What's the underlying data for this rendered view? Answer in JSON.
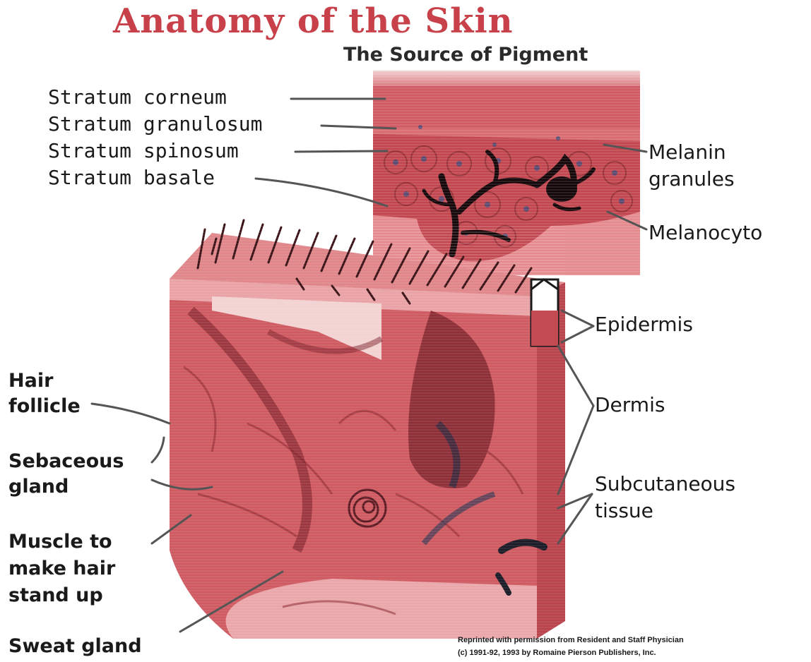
{
  "title": "Anatomy of the Skin",
  "subtitle": "The Source of Pigment",
  "labels": {
    "stratum_corneum": "Stratum corneum",
    "stratum_granulosum": "Stratum granulosum",
    "stratum_spinosum": "Stratum spinosum",
    "stratum_basale": "Stratum basale",
    "melanin_line1": "Melanin",
    "melanin_line2": "granules",
    "melanocyte": "Melanocyto",
    "epidermis": "Epidermis",
    "dermis": "Dermis",
    "subcutaneous_line1": "Subcutaneous",
    "subcutaneous_line2": "tissue",
    "hair_line1": "Hair",
    "hair_line2": "follicle",
    "sebaceous_line1": "Sebaceous",
    "sebaceous_line2": "gland",
    "muscle_line1": "Muscle to",
    "muscle_line2": "make hair",
    "muscle_line3": "stand up",
    "sweat_gland": "Sweat gland"
  },
  "credit": {
    "line1": "Reprinted with permission from Resident and Staff Physician",
    "line2": "(c) 1991-92, 1993 by Romaine Pierson Publishers, Inc."
  },
  "colors": {
    "title": "#c8414a",
    "skin_light": "#e8898c",
    "skin_mid": "#d45a62",
    "skin_dark": "#a8333c",
    "pigment": "#1a0a0c",
    "leader_line": "#555555"
  }
}
